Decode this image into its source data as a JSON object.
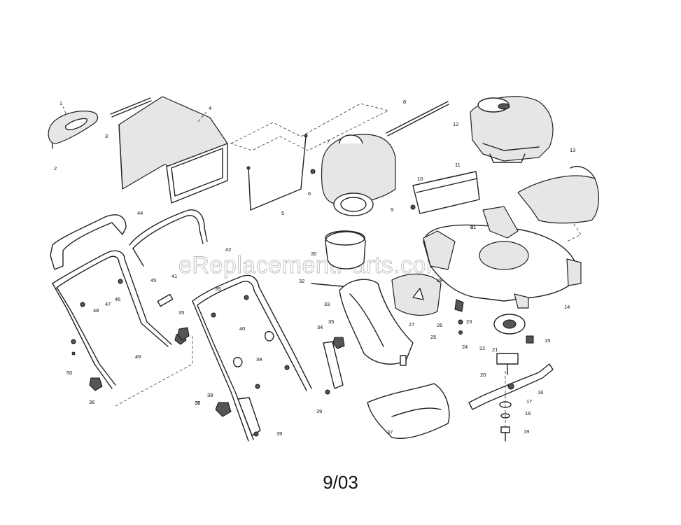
{
  "diagram": {
    "watermark": "eReplacementParts.com",
    "date_code": "9/03",
    "callouts": [
      {
        "id": "c1",
        "text": "1"
      },
      {
        "id": "c2",
        "text": "2"
      },
      {
        "id": "c3",
        "text": "3"
      },
      {
        "id": "c4",
        "text": "4"
      },
      {
        "id": "c5",
        "text": "5"
      },
      {
        "id": "c6",
        "text": "6"
      },
      {
        "id": "c7",
        "text": "7"
      },
      {
        "id": "c8",
        "text": "8"
      },
      {
        "id": "c9",
        "text": "9"
      },
      {
        "id": "c10",
        "text": "10"
      },
      {
        "id": "c11",
        "text": "11"
      },
      {
        "id": "c12",
        "text": "12"
      },
      {
        "id": "c13",
        "text": "13"
      },
      {
        "id": "c14",
        "text": "14"
      },
      {
        "id": "c15",
        "text": "15"
      },
      {
        "id": "c16",
        "text": "16"
      },
      {
        "id": "c17",
        "text": "17"
      },
      {
        "id": "c18",
        "text": "18"
      },
      {
        "id": "c19",
        "text": "19"
      },
      {
        "id": "c20",
        "text": "20"
      },
      {
        "id": "c21",
        "text": "21"
      },
      {
        "id": "c22",
        "text": "22"
      },
      {
        "id": "c23",
        "text": "23"
      },
      {
        "id": "c24",
        "text": "24"
      },
      {
        "id": "c25",
        "text": "25"
      },
      {
        "id": "c26",
        "text": "26"
      },
      {
        "id": "c27",
        "text": "27"
      },
      {
        "id": "c28",
        "text": "28"
      },
      {
        "id": "c30",
        "text": "30"
      },
      {
        "id": "c31",
        "text": "31"
      },
      {
        "id": "c32",
        "text": "32"
      },
      {
        "id": "c33",
        "text": "33"
      },
      {
        "id": "c34",
        "text": "34"
      },
      {
        "id": "c35a",
        "text": "35"
      },
      {
        "id": "c35b",
        "text": "35"
      },
      {
        "id": "c35c",
        "text": "35"
      },
      {
        "id": "c36a",
        "text": "36"
      },
      {
        "id": "c36b",
        "text": "36"
      },
      {
        "id": "c37",
        "text": "37"
      },
      {
        "id": "c38",
        "text": "38"
      },
      {
        "id": "c39a",
        "text": "39"
      },
      {
        "id": "c39b",
        "text": "39"
      },
      {
        "id": "c39c",
        "text": "39"
      },
      {
        "id": "c39d",
        "text": "39"
      },
      {
        "id": "c40",
        "text": "40"
      },
      {
        "id": "c41",
        "text": "41"
      },
      {
        "id": "c42",
        "text": "42"
      },
      {
        "id": "c44",
        "text": "44"
      },
      {
        "id": "c45",
        "text": "45"
      },
      {
        "id": "c46",
        "text": "46"
      },
      {
        "id": "c47",
        "text": "47"
      },
      {
        "id": "c48",
        "text": "48"
      },
      {
        "id": "c49",
        "text": "49"
      },
      {
        "id": "c50",
        "text": "50"
      },
      {
        "id": "c61",
        "text": "61"
      }
    ]
  }
}
